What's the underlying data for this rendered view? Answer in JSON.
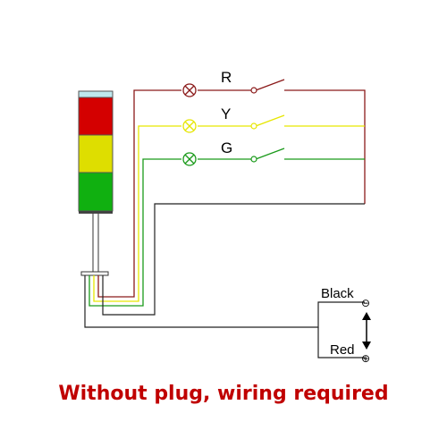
{
  "labels": {
    "red_lamp": "R",
    "yellow_lamp": "Y",
    "green_lamp": "G",
    "black_wire": "Black",
    "red_wire": "Red",
    "minus_symbol": "⊖",
    "plus_symbol": "⊕"
  },
  "caption": "Without plug, wiring required",
  "colors": {
    "red": "#8b1a1a",
    "yellow": "#e6e600",
    "green": "#1a9a1a",
    "wire_black": "#222222",
    "cap": "#bfe8ee",
    "caption": "#c00000"
  }
}
